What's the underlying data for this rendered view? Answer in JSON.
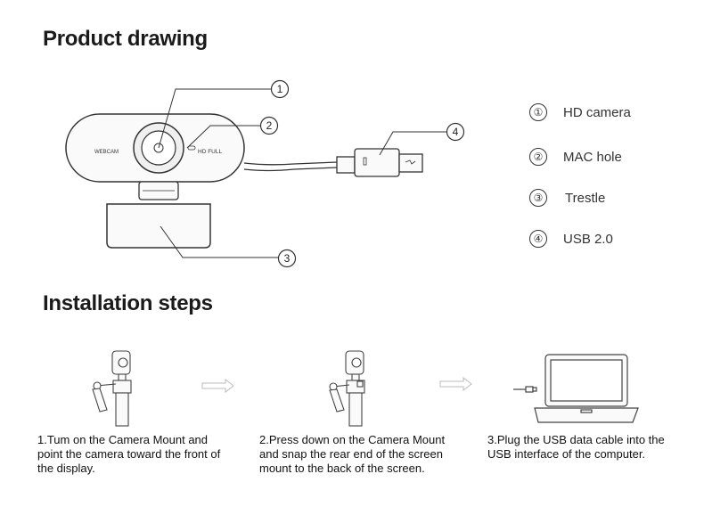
{
  "headings": {
    "product_drawing": "Product drawing",
    "installation_steps": "Installation steps"
  },
  "camera": {
    "left_label": "WEBCAM",
    "right_label": "HD FULL"
  },
  "callouts": [
    "①",
    "②",
    "③",
    "④"
  ],
  "legend": [
    {
      "num": "①",
      "label": "HD camera"
    },
    {
      "num": "②",
      "label": "MAC hole"
    },
    {
      "num": "③",
      "label": "Trestle"
    },
    {
      "num": "④",
      "label": "USB 2.0"
    }
  ],
  "steps": [
    {
      "text": "1.Tum on the Camera Mount and point the camera toward the front of the display."
    },
    {
      "text": "2.Press down on the Camera Mount and snap the rear end of the screen mount to the back of the screen."
    },
    {
      "text": "3.Plug the USB data cable into the USB interface of the computer."
    }
  ]
}
